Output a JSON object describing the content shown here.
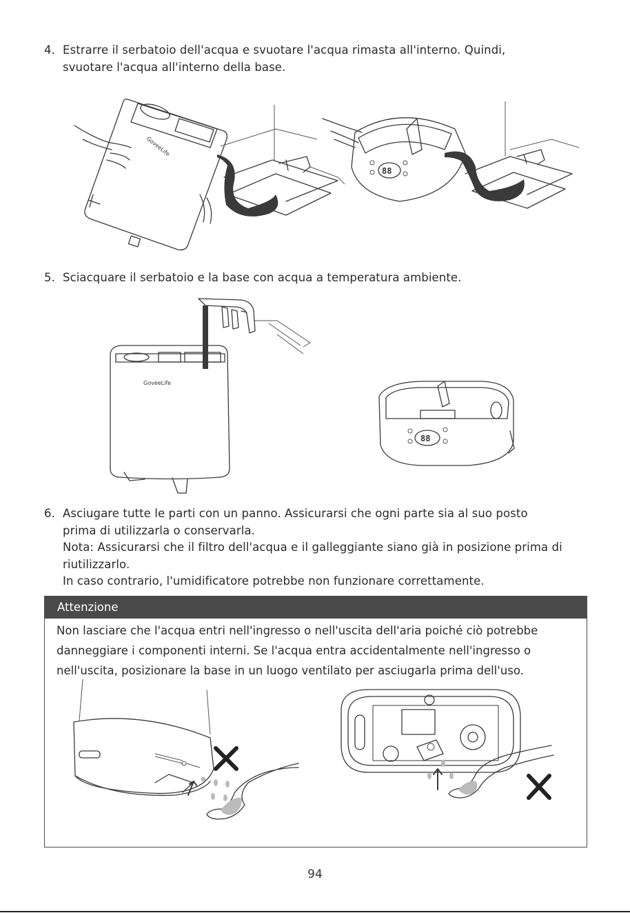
{
  "step4": {
    "number": "4.",
    "lines": [
      "Estrarre il serbatoio dell'acqua e svuotare l'acqua rimasta all'interno. Quindi,",
      "svuotare l'acqua all'interno della base."
    ]
  },
  "step5": {
    "number": "5.",
    "lines": [
      "Sciacquare il serbatoio e la base con acqua a temperatura ambiente."
    ]
  },
  "step6": {
    "number": "6.",
    "lines": [
      "Asciugare tutte le parti con un panno. Assicurarsi che ogni parte sia al suo posto",
      "prima di utilizzarla o conservarla.",
      "Nota: Assicurarsi che il filtro dell'acqua e il galleggiante siano già in posizione prima di",
      "riutilizzarlo.",
      "In caso contrario, l'umidificatore potrebbe non funzionare correttamente."
    ]
  },
  "warning": {
    "title": "Attenzione",
    "lines": [
      "Non lasciare che l'acqua entri nell'ingresso o nell'uscita dell'aria poiché ciò potrebbe",
      "danneggiare i componenti interni. Se l'acqua entra accidentalmente nell'ingresso o",
      "nell'uscita, posizionare la base in un luogo ventilato per asciugarla prima dell'uso."
    ],
    "mark_icon": "cross-mark-icon"
  },
  "illustrations": {
    "brand_label": "GoveeLife",
    "display_digits": "88"
  },
  "page_number": "94"
}
